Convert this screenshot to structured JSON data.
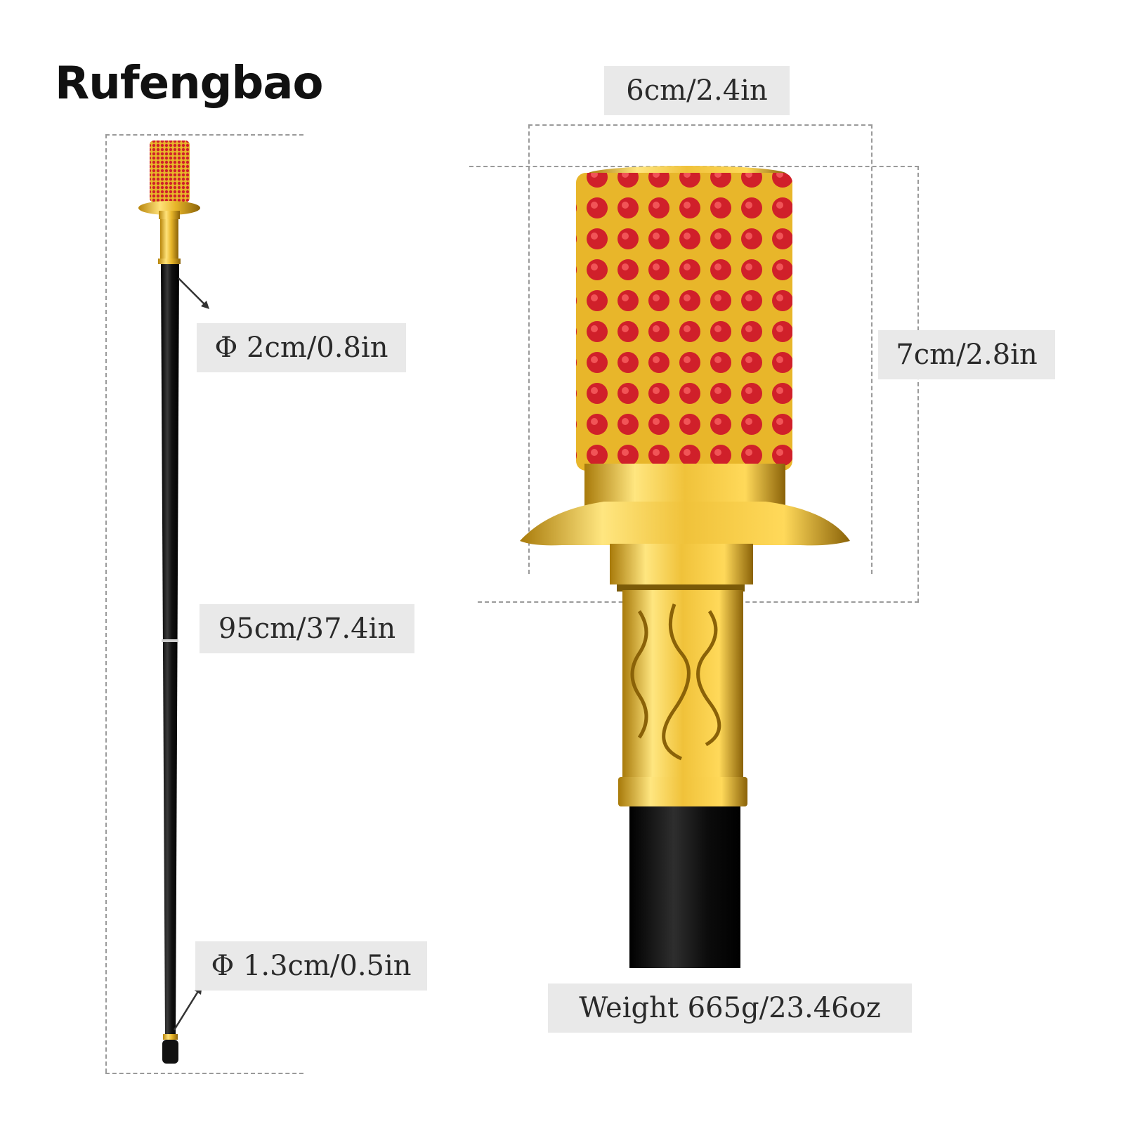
{
  "brand": {
    "name": "Rufengbao"
  },
  "labels": {
    "shaft_top_diameter": "Φ 2cm/0.8in",
    "length": "95cm/37.4in",
    "shaft_bottom_diameter": "Φ 1.3cm/0.5in",
    "handle_width": "6cm/2.4in",
    "handle_height": "7cm/2.8in",
    "weight": "Weight 665g/23.46oz"
  },
  "colors": {
    "background": "#ffffff",
    "label_background": "#e9e9e9",
    "gold": "#e8b62a",
    "ruby": "#d0202a",
    "shaft": "#151515"
  }
}
